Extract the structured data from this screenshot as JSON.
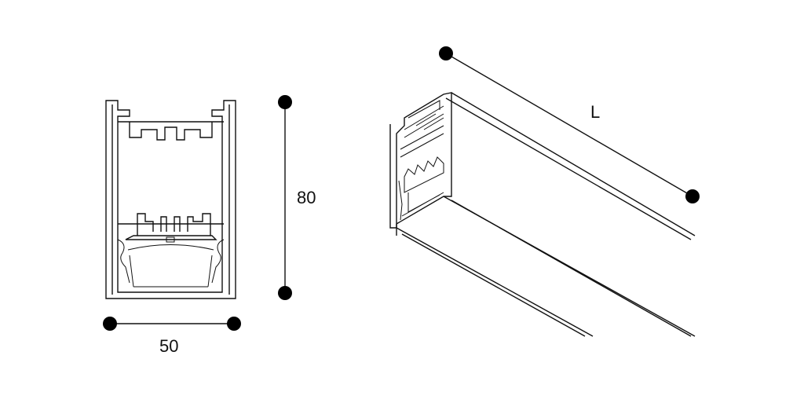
{
  "dimensions": {
    "height_label": "80",
    "width_label": "50",
    "length_label": "L"
  },
  "colors": {
    "line": "#111111",
    "background": "#ffffff"
  }
}
